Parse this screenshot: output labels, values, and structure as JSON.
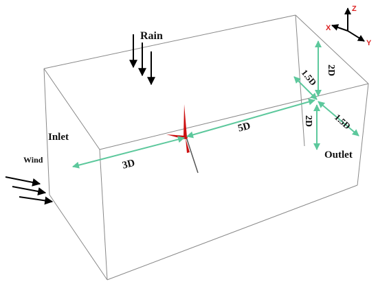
{
  "labels": {
    "rain": "Rain",
    "wind": "Wind",
    "inlet": "Inlet",
    "outlet": "Outlet",
    "upstream_distance": "3D",
    "downstream_distance": "5D",
    "top_clearance": "2D",
    "bottom_clearance": "2D",
    "left_side_clearance": "1.5D",
    "right_side_clearance": "1.5D"
  },
  "axes": {
    "x": "X",
    "y": "Y",
    "z": "Z"
  },
  "colors": {
    "box_edges": "#888888",
    "dimension_arrows": "#5cc89c",
    "turbine": "#cc1111",
    "axis_x": "#dd2222",
    "axis_y": "#dd2222",
    "axis_z": "#dd2222"
  }
}
